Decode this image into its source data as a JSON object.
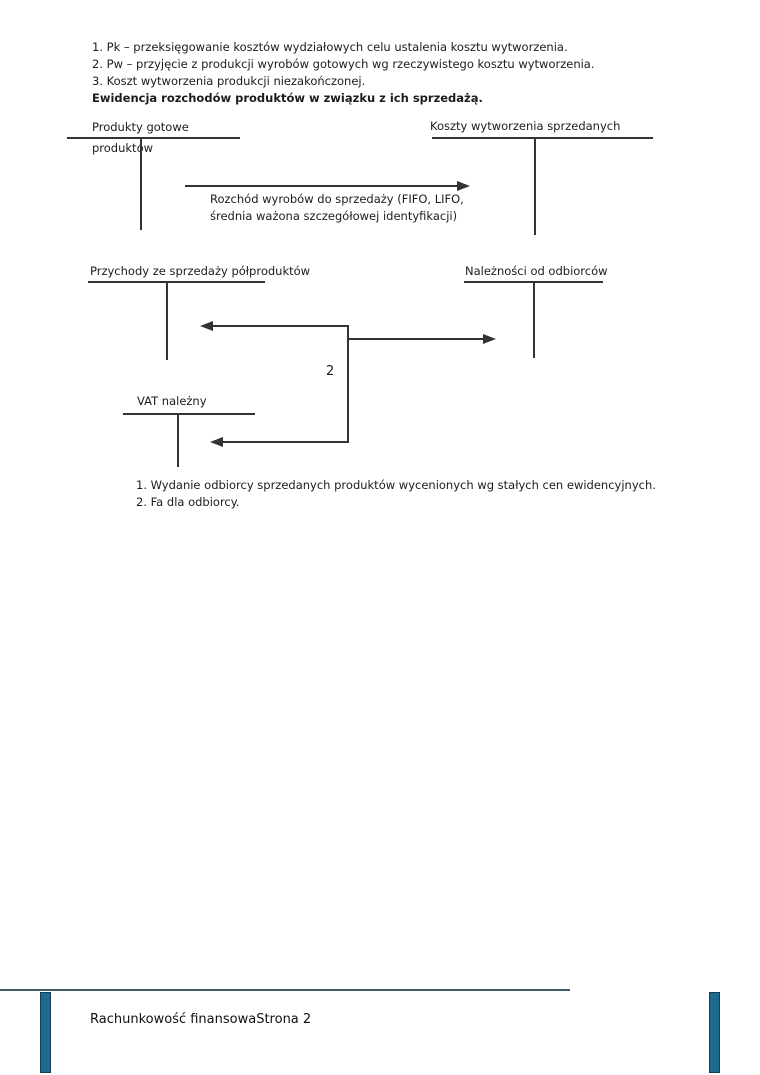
{
  "intro": [
    "1. Pk – przeksięgowanie kosztów wydziałowych celu ustalenia kosztu wytworzenia.",
    "2. Pw – przyjęcie z produkcji wyrobów gotowych wg rzeczywistego kosztu wytworzenia.",
    "3. Koszt wytworzenia produkcji niezakończonej."
  ],
  "heading": "Ewidencja rozchodów produktów w związku z ich sprzedażą.",
  "accounts": {
    "finished_goods_line1": "Produkty gotowe",
    "finished_goods_line2": "produktów",
    "cost_of_goods_sold": "Koszty wytworzenia sprzedanych",
    "sales_revenue": "Przychody ze sprzedaży półproduktów",
    "receivables": "Należności od odbiorców",
    "vat_due": "VAT należny"
  },
  "flows": {
    "issue_label_line1": "Rozchód wyrobów do sprzedaży (FIFO, LIFO,",
    "issue_label_line2": "średnia ważona szczegółowej identyfikacji)",
    "operation_number": "2"
  },
  "notes": [
    "1. Wydanie odbiorcy sprzedanych produktów wycenionych wg stałych cen ewidencyjnych.",
    "2. Fa dla odbiorcy."
  ],
  "footer": {
    "document_title": "Rachunkowość finansowa",
    "page_label": "Strona 2"
  },
  "colors": {
    "diagram_line": "#333333",
    "footer_bar_fill": "#1d6a8e",
    "footer_bar_border": "#123f55",
    "footer_rule": "#3f5a6b"
  }
}
